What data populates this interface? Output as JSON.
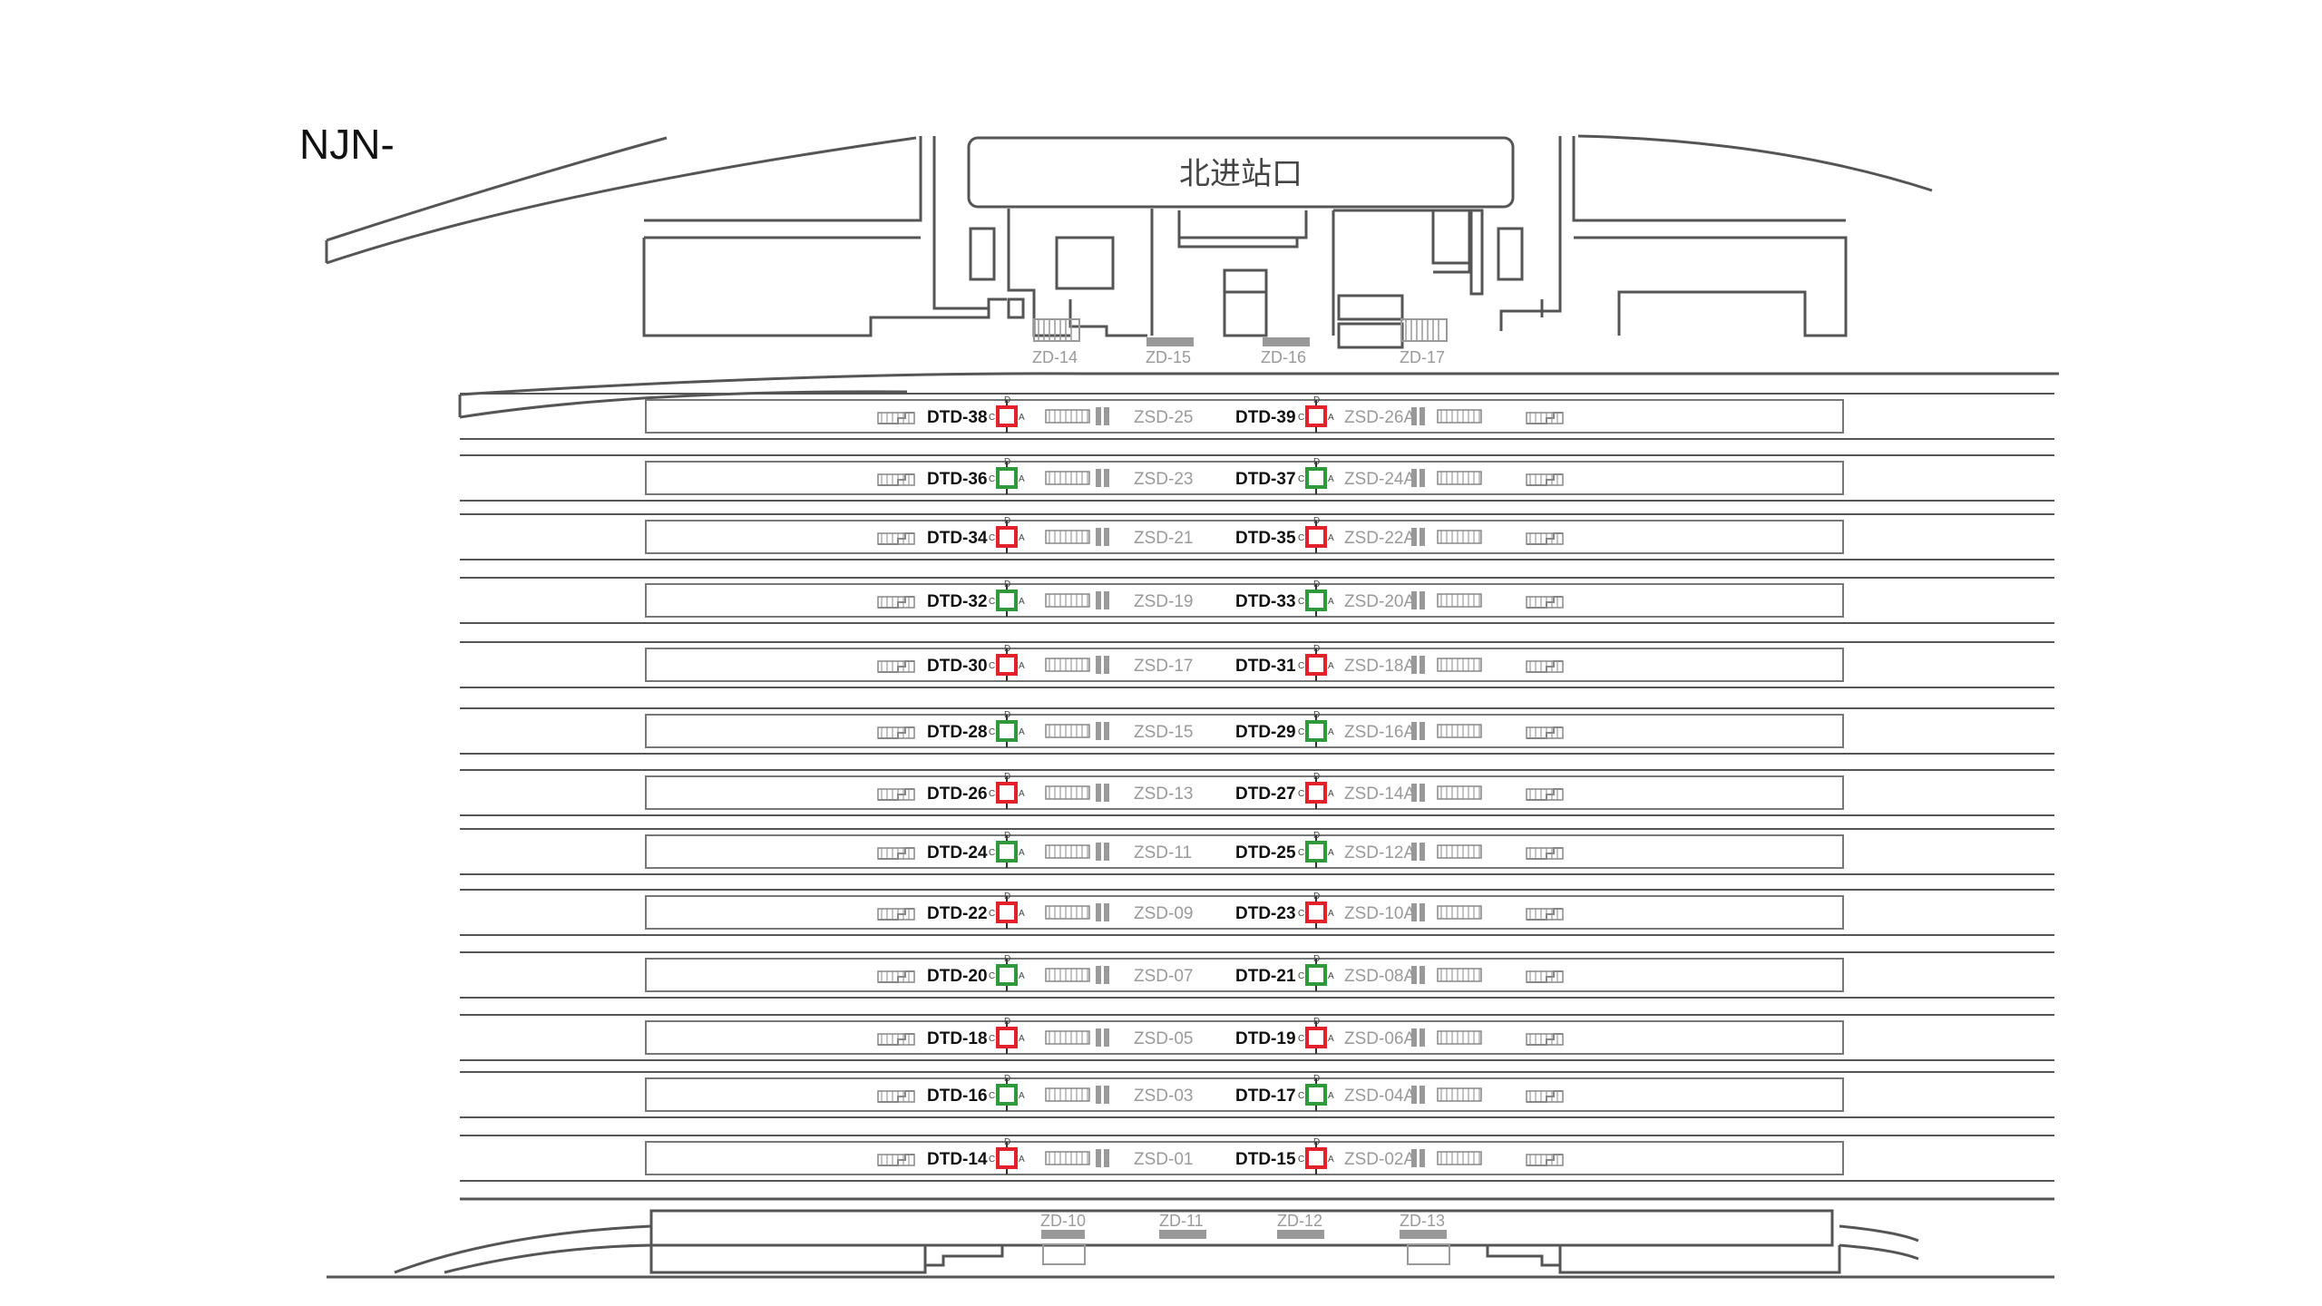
{
  "title": "NJN-",
  "entrance_label": "北进站口",
  "colors": {
    "red": "#e2212b",
    "green": "#2e9a3c",
    "line": "#555555",
    "grey": "#9a9a9a"
  },
  "zd_top": [
    "ZD-14",
    "ZD-15",
    "ZD-16",
    "ZD-17"
  ],
  "zd_bottom": [
    "ZD-10",
    "ZD-11",
    "ZD-12",
    "ZD-13"
  ],
  "marker_letters": {
    "top": "D",
    "left": "C",
    "right": "A"
  },
  "rows": [
    {
      "left_dtd": "DTD-38",
      "left_color": "red",
      "left_zsd": "ZSD-25",
      "right_dtd": "DTD-39",
      "right_color": "red",
      "right_zsd": "ZSD-26A"
    },
    {
      "left_dtd": "DTD-36",
      "left_color": "green",
      "left_zsd": "ZSD-23",
      "right_dtd": "DTD-37",
      "right_color": "green",
      "right_zsd": "ZSD-24A"
    },
    {
      "left_dtd": "DTD-34",
      "left_color": "red",
      "left_zsd": "ZSD-21",
      "right_dtd": "DTD-35",
      "right_color": "red",
      "right_zsd": "ZSD-22A"
    },
    {
      "left_dtd": "DTD-32",
      "left_color": "green",
      "left_zsd": "ZSD-19",
      "right_dtd": "DTD-33",
      "right_color": "green",
      "right_zsd": "ZSD-20A"
    },
    {
      "left_dtd": "DTD-30",
      "left_color": "red",
      "left_zsd": "ZSD-17",
      "right_dtd": "DTD-31",
      "right_color": "red",
      "right_zsd": "ZSD-18A"
    },
    {
      "left_dtd": "DTD-28",
      "left_color": "green",
      "left_zsd": "ZSD-15",
      "right_dtd": "DTD-29",
      "right_color": "green",
      "right_zsd": "ZSD-16A"
    },
    {
      "left_dtd": "DTD-26",
      "left_color": "red",
      "left_zsd": "ZSD-13",
      "right_dtd": "DTD-27",
      "right_color": "red",
      "right_zsd": "ZSD-14A"
    },
    {
      "left_dtd": "DTD-24",
      "left_color": "green",
      "left_zsd": "ZSD-11",
      "right_dtd": "DTD-25",
      "right_color": "green",
      "right_zsd": "ZSD-12A"
    },
    {
      "left_dtd": "DTD-22",
      "left_color": "red",
      "left_zsd": "ZSD-09",
      "right_dtd": "DTD-23",
      "right_color": "red",
      "right_zsd": "ZSD-10A"
    },
    {
      "left_dtd": "DTD-20",
      "left_color": "green",
      "left_zsd": "ZSD-07",
      "right_dtd": "DTD-21",
      "right_color": "green",
      "right_zsd": "ZSD-08A"
    },
    {
      "left_dtd": "DTD-18",
      "left_color": "red",
      "left_zsd": "ZSD-05",
      "right_dtd": "DTD-19",
      "right_color": "red",
      "right_zsd": "ZSD-06A"
    },
    {
      "left_dtd": "DTD-16",
      "left_color": "green",
      "left_zsd": "ZSD-03",
      "right_dtd": "DTD-17",
      "right_color": "green",
      "right_zsd": "ZSD-04A"
    },
    {
      "left_dtd": "DTD-14",
      "left_color": "red",
      "left_zsd": "ZSD-01",
      "right_dtd": "DTD-15",
      "right_color": "red",
      "right_zsd": "ZSD-02A"
    }
  ]
}
